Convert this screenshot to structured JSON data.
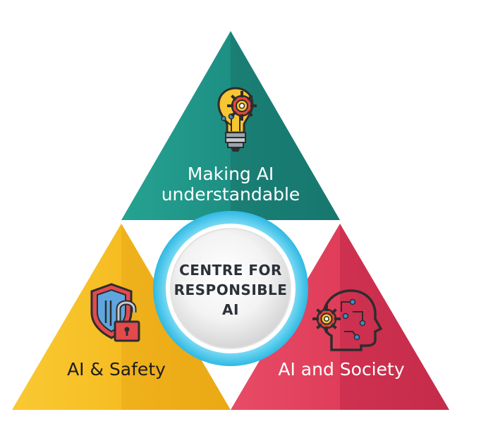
{
  "center": {
    "line1": "CENTRE FOR",
    "line2": "RESPONSIBLE",
    "line3": "AI"
  },
  "sections": {
    "top": {
      "line1": "Making AI",
      "line2": "understandable",
      "color": "#1f8a7e",
      "icon": "lightbulb-gear-icon"
    },
    "left": {
      "label": "AI & Safety",
      "color": "#f4b722",
      "icon": "shield-padlock-icon"
    },
    "right": {
      "label": "AI and Society",
      "color": "#d93a5a",
      "icon": "ai-head-gear-icon"
    }
  },
  "ring_color": "#3fc8ec"
}
